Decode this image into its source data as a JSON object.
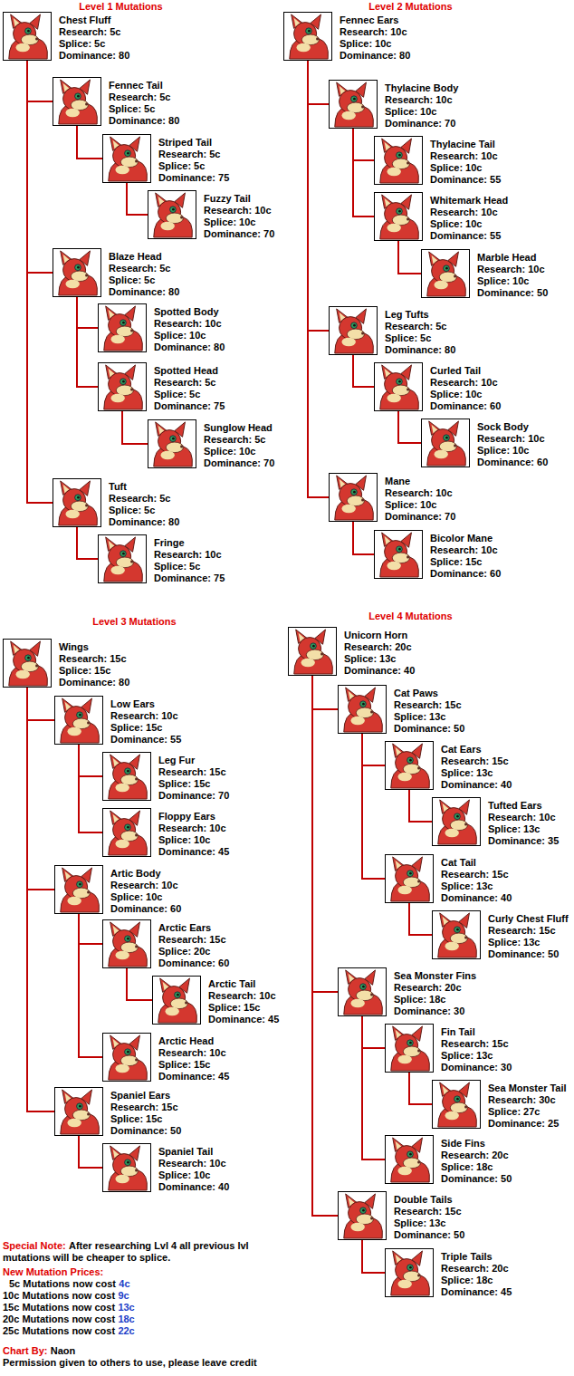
{
  "diagram": {
    "nodes": [
      {
        "text": [
          "Chest Fluff",
          "Research: 5c",
          "Splice: 5c",
          "Dominance: 80"
        ]
      },
      {
        "text": [
          "Fennec Tail",
          "Research: 5c",
          "Splice: 5c",
          "Dominance: 80"
        ]
      },
      {
        "text": [
          "Striped Tail",
          "Research: 5c",
          "Splice: 5c",
          "Dominance: 75"
        ]
      },
      {
        "text": [
          "Fuzzy Tail",
          "Research: 10c",
          "Splice: 10c",
          "Dominance: 70"
        ]
      },
      {
        "text": [
          "Blaze Head",
          "Research: 5c",
          "Splice: 5c",
          "Dominance: 80"
        ]
      },
      {
        "text": [
          "Spotted Body",
          "Research: 10c",
          "Splice: 10c",
          "Dominance: 80"
        ]
      },
      {
        "text": [
          "Spotted Head",
          "Research: 5c",
          "Splice: 5c",
          "Dominance: 75"
        ]
      },
      {
        "text": [
          "Sunglow Head",
          "Research: 5c",
          "Splice: 10c",
          "Dominance: 70"
        ]
      },
      {
        "text": [
          "Tuft",
          "Research: 5c",
          "Splice: 5c",
          "Dominance: 80"
        ]
      },
      {
        "text": [
          "Fringe",
          "Research: 10c",
          "Splice: 5c",
          "Dominance: 75"
        ]
      },
      {
        "text": [
          "Fennec Ears",
          "Research: 10c",
          "Splice: 10c",
          "Dominance: 80"
        ]
      },
      {
        "text": [
          "Thylacine Body",
          "Research: 10c",
          "Splice: 10c",
          "Dominance: 70"
        ]
      },
      {
        "text": [
          "Thylacine Tail",
          "Research: 10c",
          "Splice: 10c",
          "Dominance: 55"
        ]
      },
      {
        "text": [
          "Whitemark Head",
          "Research: 10c",
          "Splice: 10c",
          "Dominance: 55"
        ]
      },
      {
        "text": [
          "Marble Head",
          "Research: 10c",
          "Splice: 10c",
          "Dominance: 50"
        ]
      },
      {
        "text": [
          "Leg Tufts",
          "Research: 5c",
          "Splice: 5c",
          "Dominance: 80"
        ]
      },
      {
        "text": [
          "Curled Tail",
          "Research: 10c",
          "Splice: 10c",
          "Dominance: 60"
        ]
      },
      {
        "text": [
          "Sock Body",
          "Research: 10c",
          "Splice: 10c",
          "Dominance: 60"
        ]
      },
      {
        "text": [
          "Mane",
          "Research: 10c",
          "Splice: 10c",
          "Dominance: 70"
        ]
      },
      {
        "text": [
          "Bicolor Mane",
          "Research: 10c",
          "Splice: 15c",
          "Dominance: 60"
        ]
      },
      {
        "text": [
          "Wings",
          "Research: 15c",
          "Splice: 15c",
          "Dominance: 80"
        ]
      },
      {
        "text": [
          "Low Ears",
          "Research: 10c",
          "Splice: 15c",
          "Dominance: 55"
        ]
      },
      {
        "text": [
          "Leg Fur",
          "Research: 15c",
          "Splice: 15c",
          "Dominance: 70"
        ]
      },
      {
        "text": [
          "Floppy Ears",
          "Research: 10c",
          "Splice: 10c",
          "Dominance: 45"
        ]
      },
      {
        "text": [
          "Artic Body",
          "Research: 10c",
          "Splice: 10c",
          "Dominance: 60"
        ]
      },
      {
        "text": [
          "Arctic Ears",
          "Research: 15c",
          "Splice: 20c",
          "Dominance: 60"
        ]
      },
      {
        "text": [
          "Arctic Tail",
          "Research: 10c",
          "Splice: 15c",
          "Dominance: 45"
        ]
      },
      {
        "text": [
          "Arctic Head",
          "Research: 10c",
          "Splice: 15c",
          "Dominance: 45"
        ]
      },
      {
        "text": [
          "Spaniel Ears",
          "Research: 15c",
          "Splice: 15c",
          "Dominance: 50"
        ]
      },
      {
        "text": [
          "Spaniel Tail",
          "Research: 10c",
          "Splice: 10c",
          "Dominance: 40"
        ]
      },
      {
        "text": [
          "Unicorn Horn",
          "Research: 20c",
          "Splice: 13c",
          "Dominance: 40"
        ]
      },
      {
        "text": [
          "Cat Paws",
          "Research: 15c",
          "Splice: 13c",
          "Dominance: 50"
        ]
      },
      {
        "text": [
          "Cat Ears",
          "Research: 15c",
          "Splice: 13c",
          "Dominance: 40"
        ]
      },
      {
        "text": [
          "Tufted Ears",
          "Research: 10c",
          "Splice: 13c",
          "Dominance: 35"
        ]
      },
      {
        "text": [
          "Cat Tail",
          "Research: 15c",
          "Splice: 13c",
          "Dominance: 40"
        ]
      },
      {
        "text": [
          "Curly Chest Fluff",
          "Research: 15c",
          "Splice: 13c",
          "Dominance: 50"
        ]
      },
      {
        "text": [
          "Sea Monster Fins",
          "Research: 20c",
          "Splice: 18c",
          "Dominance: 30"
        ]
      },
      {
        "text": [
          "Fin Tail",
          "Research: 15c",
          "Splice: 13c",
          "Dominance: 30"
        ]
      },
      {
        "text": [
          "Sea Monster Tail",
          "Research: 30c",
          "Splice: 27c",
          "Dominance: 25"
        ]
      },
      {
        "text": [
          "Side Fins",
          "Research: 20c",
          "Splice: 18c",
          "Dominance: 50"
        ]
      },
      {
        "text": [
          "Double Tails",
          "Research: 15c",
          "Splice: 13c",
          "Dominance: 50"
        ]
      },
      {
        "text": [
          "Triple Tails",
          "Research: 20c",
          "Splice: 18c",
          "Dominance: 45"
        ]
      }
    ],
    "edges": [
      {
        "from": 0,
        "to": 1,
        "arrow": "none"
      },
      {
        "from": 1,
        "to": 2,
        "arrow": "none"
      },
      {
        "from": 2,
        "to": 3,
        "arrow": "none"
      },
      {
        "from": 0,
        "to": 4,
        "arrow": "none"
      },
      {
        "from": 4,
        "to": 5,
        "arrow": "none"
      },
      {
        "from": 4,
        "to": 6,
        "arrow": "none"
      },
      {
        "from": 6,
        "to": 7,
        "arrow": "none"
      },
      {
        "from": 0,
        "to": 8,
        "arrow": "none"
      },
      {
        "from": 8,
        "to": 9,
        "arrow": "none"
      },
      {
        "from": 10,
        "to": 11,
        "arrow": "none"
      },
      {
        "from": 11,
        "to": 12,
        "arrow": "none"
      },
      {
        "from": 11,
        "to": 13,
        "arrow": "none"
      },
      {
        "from": 13,
        "to": 14,
        "arrow": "none"
      },
      {
        "from": 10,
        "to": 15,
        "arrow": "none"
      },
      {
        "from": 15,
        "to": 16,
        "arrow": "none"
      },
      {
        "from": 16,
        "to": 17,
        "arrow": "none"
      },
      {
        "from": 10,
        "to": 18,
        "arrow": "none"
      },
      {
        "from": 18,
        "to": 19,
        "arrow": "none"
      },
      {
        "from": 20,
        "to": 21,
        "arrow": "none"
      },
      {
        "from": 21,
        "to": 22,
        "arrow": "none"
      },
      {
        "from": 21,
        "to": 23,
        "arrow": "none"
      },
      {
        "from": 20,
        "to": 24,
        "arrow": "none"
      },
      {
        "from": 24,
        "to": 25,
        "arrow": "none"
      },
      {
        "from": 25,
        "to": 26,
        "arrow": "none"
      },
      {
        "from": 24,
        "to": 27,
        "arrow": "none"
      },
      {
        "from": 20,
        "to": 28,
        "arrow": "none"
      },
      {
        "from": 28,
        "to": 29,
        "arrow": "none"
      },
      {
        "from": 30,
        "to": 31,
        "arrow": "none"
      },
      {
        "from": 31,
        "to": 32,
        "arrow": "none"
      },
      {
        "from": 32,
        "to": 33,
        "arrow": "none"
      },
      {
        "from": 31,
        "to": 34,
        "arrow": "none"
      },
      {
        "from": 34,
        "to": 35,
        "arrow": "none"
      },
      {
        "from": 30,
        "to": 36,
        "arrow": "none"
      },
      {
        "from": 36,
        "to": 37,
        "arrow": "none"
      },
      {
        "from": 37,
        "to": 38,
        "arrow": "none"
      },
      {
        "from": 36,
        "to": 39,
        "arrow": "none"
      },
      {
        "from": 30,
        "to": 40,
        "arrow": "none"
      },
      {
        "from": 40,
        "to": 41,
        "arrow": "none"
      }
    ],
    "labels": [
      "Level 1 Mutations",
      "Level 2 Mutations",
      "Level 3 Mutations",
      "Level 4 Mutations",
      "Special Note:",
      "After researching Lvl 4 all previous lvl mutations will be cheaper to splice.",
      "New Mutation Prices:",
      "5c Mutations now cost",
      "4c",
      "10c Mutations now cost",
      "9c",
      "15c Mutations now cost",
      "13c",
      "20c Mutations now cost",
      "18c",
      "25c Mutations now cost",
      "22c",
      "Chart By:",
      "Naon",
      "Permission given to others to use, please leave credit"
    ]
  }
}
